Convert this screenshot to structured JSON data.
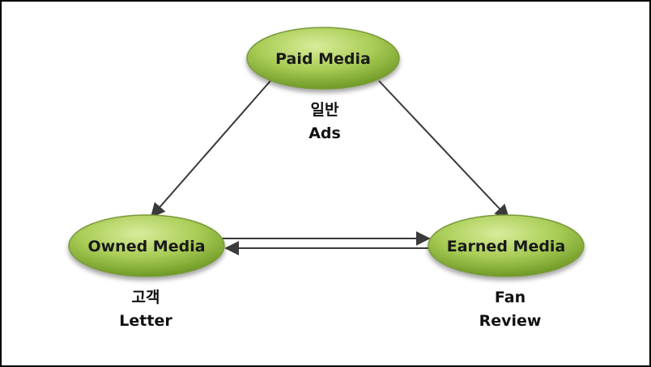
{
  "nodes": {
    "paid": {
      "label": "Paid Media",
      "caption": [
        "일반",
        "Ads"
      ]
    },
    "owned": {
      "label": "Owned Media",
      "caption": [
        "고객",
        "Letter"
      ]
    },
    "earned": {
      "label": "Earned Media",
      "caption": [
        "Fan",
        "Review"
      ]
    }
  },
  "edges": [
    {
      "from": "Paid Media",
      "to": "Owned Media"
    },
    {
      "from": "Paid Media",
      "to": "Earned Media"
    },
    {
      "from": "Owned Media",
      "to": "Earned Media"
    },
    {
      "from": "Earned Media",
      "to": "Owned Media"
    }
  ],
  "colors": {
    "node_light": "#c7e07a",
    "node_mid": "#9cc24a",
    "node_dark": "#6f9a26",
    "node_stroke": "#7a9a3a",
    "edge": "#3a3a3a",
    "text": "#1a1a1a"
  }
}
